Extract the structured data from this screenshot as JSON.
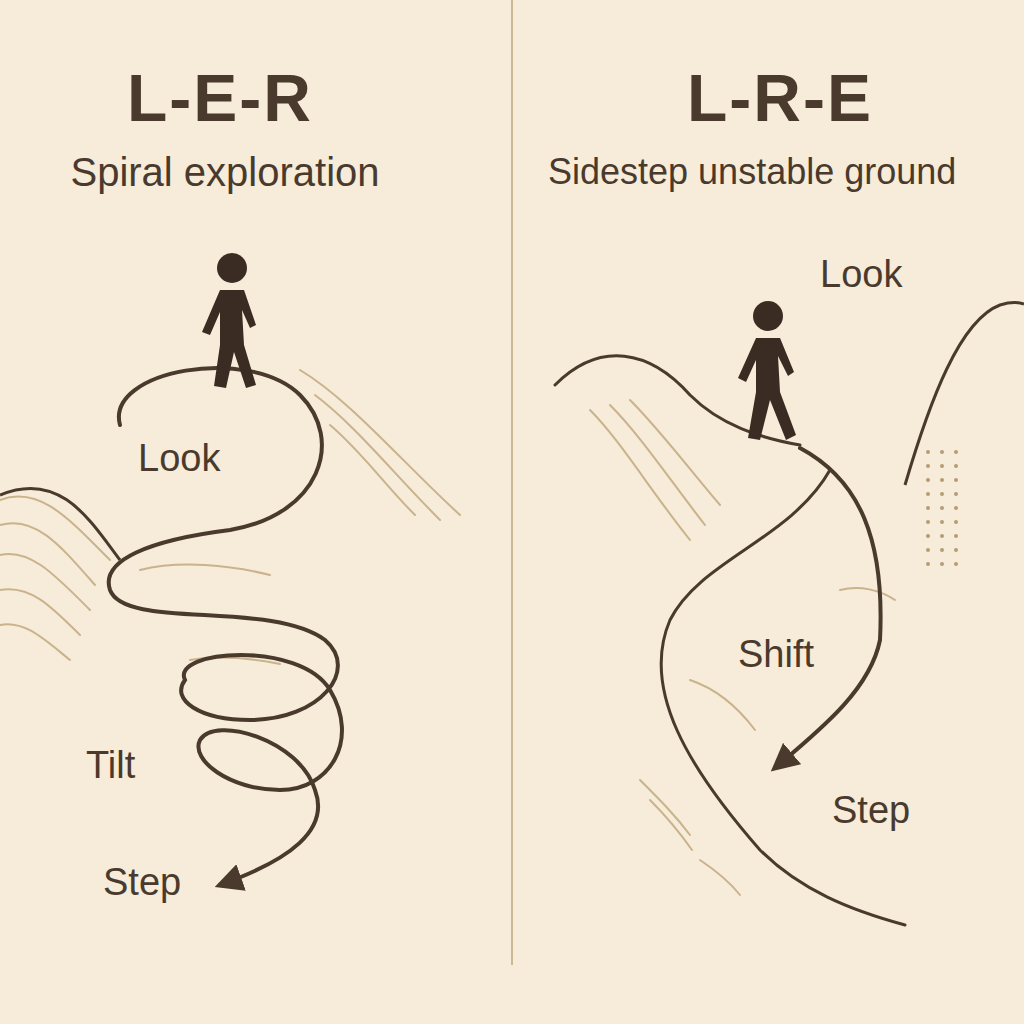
{
  "diagram": {
    "labels": [
      "L-E-R",
      "Spiral exploration",
      "Look",
      "Tilt",
      "Step",
      "L-R-E",
      "Sidestep unstable ground",
      "Look",
      "Shift",
      "Step"
    ]
  }
}
